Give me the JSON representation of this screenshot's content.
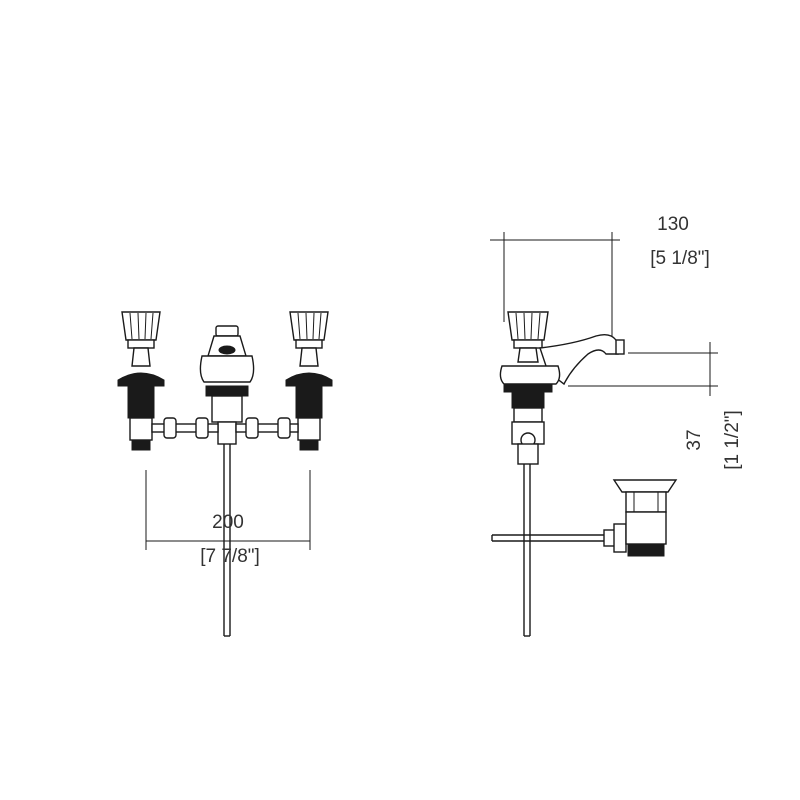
{
  "front_view": {
    "width_mm": "200",
    "width_in": "[7 7/8\"]"
  },
  "side_view": {
    "reach_mm": "130",
    "reach_in": "[5 1/8\"]",
    "height_mm": "37",
    "height_in": "[1 1/2\"]"
  }
}
